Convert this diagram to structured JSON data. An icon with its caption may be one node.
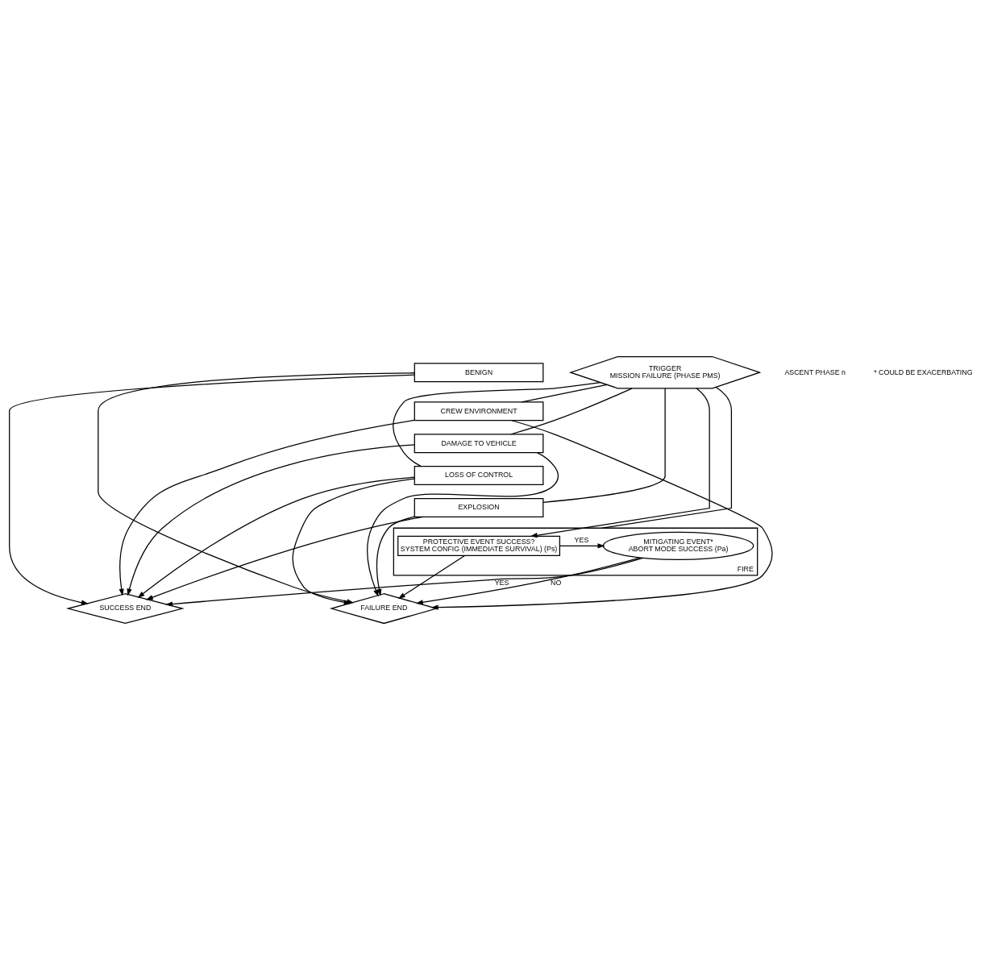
{
  "diagram": {
    "nodes": [
      {
        "text": [
          "TRIGGER",
          "MISSION FAILURE (PHASE PMS)"
        ]
      },
      {
        "text": [
          "BENIGN"
        ]
      },
      {
        "text": [
          "CREW ENVIRONMENT"
        ]
      },
      {
        "text": [
          "DAMAGE TO VEHICLE"
        ]
      },
      {
        "text": [
          "LOSS OF CONTROL"
        ]
      },
      {
        "text": [
          "EXPLOSION"
        ]
      },
      {
        "text": [
          "FIRE"
        ]
      },
      {
        "text": [
          "PROTECTIVE EVENT SUCCESS?",
          "SYSTEM CONFIG (IMMEDIATE SURVIVAL) (Ps)"
        ],
        "in": 6
      },
      {
        "text": [
          "MITIGATING EVENT*",
          "ABORT MODE SUCCESS (Pa)"
        ],
        "in": 6
      },
      {
        "text": [
          "SUCCESS END"
        ]
      },
      {
        "text": [
          "FAILURE END"
        ]
      }
    ],
    "edges": [
      {
        "from": 0,
        "to": 7,
        "arrow": "to"
      },
      {
        "from": 0,
        "to": 6,
        "arrow": "none"
      },
      {
        "from": 0,
        "to": 5,
        "arrow": "none"
      },
      {
        "from": 0,
        "to": 4,
        "arrow": "none"
      },
      {
        "from": 0,
        "to": 3,
        "arrow": "none"
      },
      {
        "from": 0,
        "to": 2,
        "arrow": "none"
      },
      {
        "from": 7,
        "to": 8,
        "label": "YES",
        "arrow": "to"
      },
      {
        "from": 1,
        "to": 9,
        "arrow": "to"
      },
      {
        "from": 2,
        "to": 9,
        "arrow": "to"
      },
      {
        "from": 3,
        "to": 9,
        "arrow": "to"
      },
      {
        "from": 4,
        "to": 9,
        "arrow": "to"
      },
      {
        "from": 5,
        "to": 9,
        "arrow": "to"
      },
      {
        "from": 8,
        "to": 9,
        "label": "YES",
        "arrow": "to"
      },
      {
        "from": 8,
        "to": 10,
        "label": "NO",
        "arrow": "to"
      },
      {
        "from": 7,
        "to": 10,
        "arrow": "to"
      },
      {
        "from": 5,
        "to": 10,
        "arrow": "to"
      },
      {
        "from": 4,
        "to": 10,
        "arrow": "to"
      },
      {
        "from": 3,
        "to": 10,
        "arrow": "to"
      },
      {
        "from": 2,
        "to": 10,
        "arrow": "to"
      },
      {
        "from": 1,
        "to": 10,
        "arrow": "to"
      }
    ],
    "labels": [
      "ASCENT PHASE n",
      "* COULD BE EXACERBATING"
    ]
  }
}
